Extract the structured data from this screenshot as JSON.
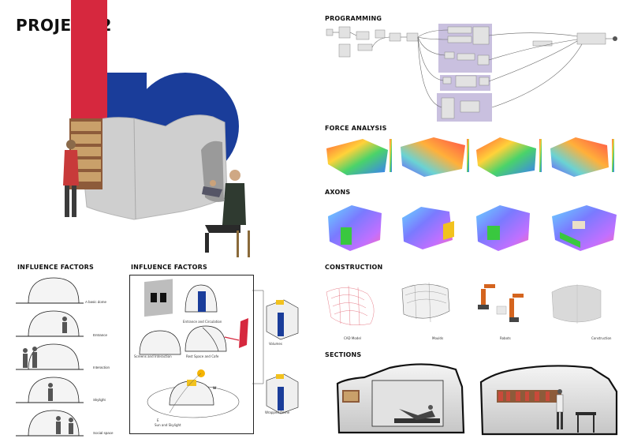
{
  "title": "PROJECT 2",
  "sections": {
    "programming": "PROGRAMMING",
    "force_analysis": "FORCE ANALYSIS",
    "axons": "AXONS",
    "construction": "CONSTRUCTION",
    "sections": "SECTIONS",
    "influence_left": "INFLUENCE FACTORS",
    "influence_mid": "INFLUENCE FACTORS"
  },
  "influence_left_labels": [
    "A basic dome",
    "Entrance",
    "Interaction",
    "Skylight",
    "Social space"
  ],
  "influence_mid_labels": {
    "entrance": "Entrance and Circulation",
    "screens": "Screens and Interaction",
    "rest": "Rest Space and Cafe",
    "sun": "Sun and Skylight",
    "volumes": "Volumes",
    "wrapped": "Wrapped Dome",
    "compass": "W",
    "south": "E"
  },
  "construction_labels": [
    "CAD Model",
    "Moulds",
    "Robots",
    "Construction"
  ],
  "colors": {
    "red": "#d6283e",
    "blue": "#1a3d9a",
    "purple": "#c9c0df",
    "shell": "#d8d8d8"
  }
}
